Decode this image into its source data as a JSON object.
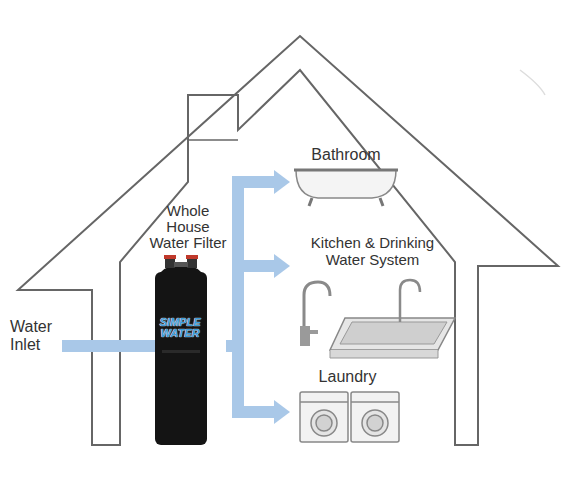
{
  "diagram": {
    "nodes": [
      {
        "text": [
          "Whole House Water Filter",
          "SIMPLE WATER"
        ]
      },
      {
        "text": [
          "Bathroom"
        ]
      },
      {
        "text": [
          "Kitchen & Drinking Water System"
        ]
      },
      {
        "text": [
          "Laundry"
        ]
      }
    ],
    "edges": [
      {
        "from": 0,
        "to": 1,
        "arrow": "to"
      },
      {
        "from": 0,
        "to": 2,
        "arrow": "to"
      },
      {
        "from": 0,
        "to": 3,
        "arrow": "to"
      }
    ],
    "labels": [
      "Water Inlet"
    ]
  }
}
